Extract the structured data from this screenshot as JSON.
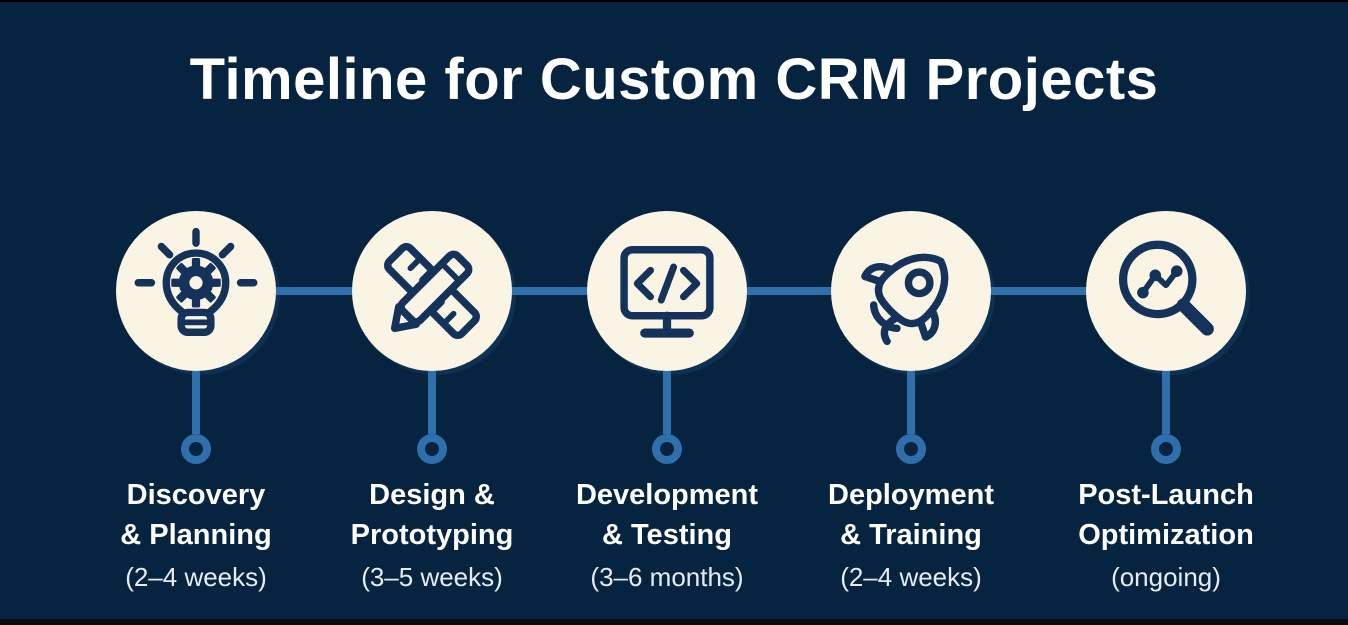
{
  "title": "Timeline for Custom CRM Projects",
  "colors": {
    "background": "#062440",
    "circle_fill": "#FAF4E4",
    "icon_stroke": "#15325A",
    "connector_blue": "#2F6FAC",
    "title_text": "#FFFFFF",
    "name_text": "#FFFFFF",
    "duration_text": "#E6ECF4"
  },
  "stages": [
    {
      "icon": "lightbulb-gear-icon",
      "name": "Discovery\n& Planning",
      "duration": "(2–4 weeks)"
    },
    {
      "icon": "ruler-pencil-icon",
      "name": "Design &\nPrototyping",
      "duration": "(3–5 weeks)"
    },
    {
      "icon": "code-monitor-icon",
      "name": "Development\n& Testing",
      "duration": "(3–6 months)"
    },
    {
      "icon": "rocket-icon",
      "name": "Deployment\n& Training",
      "duration": "(2–4 weeks)"
    },
    {
      "icon": "magnifier-chart-icon",
      "name": "Post-Launch\nOptimization",
      "duration": "(ongoing)"
    }
  ]
}
